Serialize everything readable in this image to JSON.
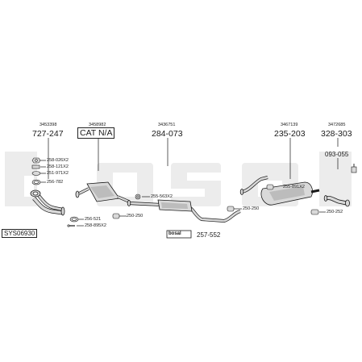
{
  "watermark": {
    "text": "bosal",
    "color": "#ececec"
  },
  "groups": [
    {
      "id": "front",
      "ref_small": "3453398",
      "ref_big": "727-247"
    },
    {
      "id": "cat",
      "ref_small": "3458982",
      "ref_big": "CAT N/A"
    },
    {
      "id": "middle",
      "ref_small": "3436751",
      "ref_big": "284-073"
    },
    {
      "id": "rear",
      "ref_small": "3467139",
      "ref_big": "235-203"
    },
    {
      "id": "tail",
      "ref_small": "3472685",
      "ref_big": "328-303"
    }
  ],
  "parts": {
    "p258_026": "258-026X2",
    "p258_121": "258-121X2",
    "p251_971": "251-971X2",
    "p256_782": "256-782",
    "p256_521": "256-521",
    "p258_895": "258-895X2",
    "p250_250a": "250-250",
    "p255_563": "255-563X2",
    "p250_250b": "250-250",
    "p255_891": "255-891X2",
    "p250_252": "250-252",
    "p093_055": "093-055",
    "p257_552": "257-552",
    "bosal_label": "bosal"
  },
  "system_code": "SYS06930",
  "colors": {
    "line": "#1a1a1a",
    "part_fill": "#d9d9d9",
    "part_dark": "#9a9a9a"
  }
}
